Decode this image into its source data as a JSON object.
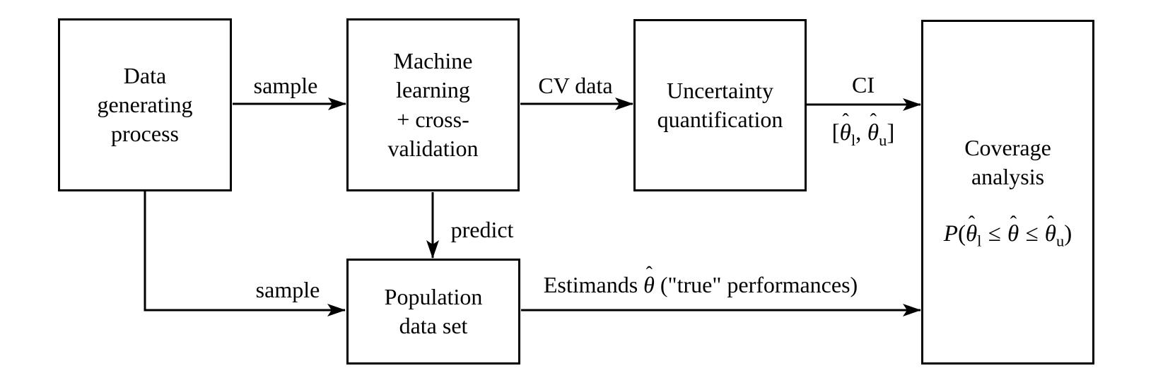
{
  "page": {
    "background": "#ffffff",
    "ink": "#000000"
  },
  "boxes": {
    "data_generating": {
      "label": "Data\ngenerating\nprocess"
    },
    "machine_learning": {
      "label": "Machine\nlearning\n+ cross-\nvalidation"
    },
    "uncertainty": {
      "label": "Uncertainty\nquantification"
    },
    "coverage": {
      "title": "Coverage\nanalysis"
    },
    "population": {
      "label": "Population\ndata set"
    }
  },
  "arrow_labels": {
    "sample_top": "sample",
    "cv_data": "CV data",
    "ci": "CI",
    "predict": "predict",
    "sample_bottom": "sample",
    "estimands_prefix": "Estimands",
    "estimands_suffix": "(\"true\" performances)"
  },
  "math": {
    "P": "P",
    "theta": "θ",
    "hat": "ˆ",
    "sub_lower": "l",
    "sub_upper": "u",
    "leq": "≤",
    "open_bracket": "[",
    "close_bracket": "]",
    "comma": ",",
    "open_paren": "(",
    "close_paren": ")"
  }
}
